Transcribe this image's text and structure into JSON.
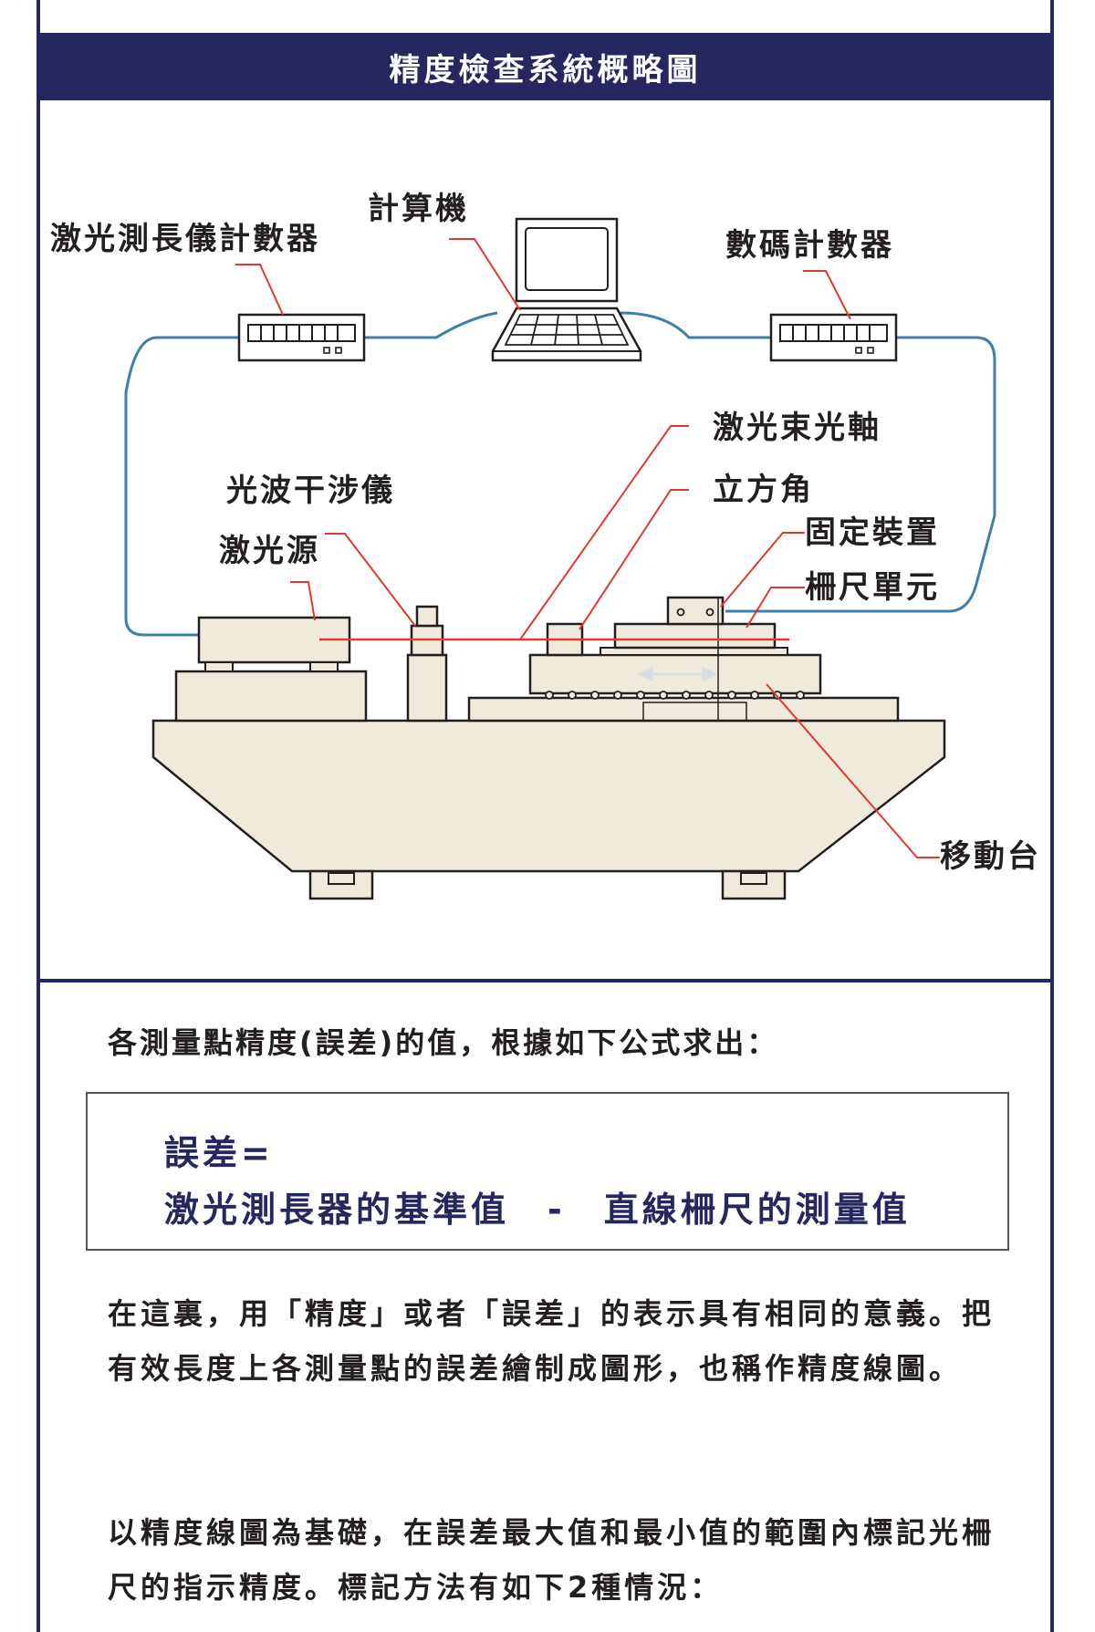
{
  "title": "精度檢查系統概略圖",
  "labels": {
    "laser_counter": "激光測長儀計數器",
    "computer": "計算機",
    "digital_counter": "數碼計數器",
    "laser_beam_axis": "激光束光軸",
    "interferometer": "光波干涉儀",
    "corner_cube": "立方角",
    "laser_source": "激光源",
    "fixture": "固定裝置",
    "scale_unit": "柵尺單元",
    "moving_table": "移動台"
  },
  "intro": "各測量點精度(誤差)的值，根據如下公式求出：",
  "formula": {
    "line1": "誤差=",
    "line2": "激光測長器的基準值　-　直線柵尺的測量值"
  },
  "paragraph1": "在這裏，用「精度」或者「誤差」的表示具有相同的意義。把有效長度上各測量點的誤差繪制成圖形，也稱作精度線圖。",
  "paragraph2": "以精度線圖為基礎，在誤差最大值和最小值的範圍內標記光柵尺的指示精度。標記方法有如下2種情況："
}
